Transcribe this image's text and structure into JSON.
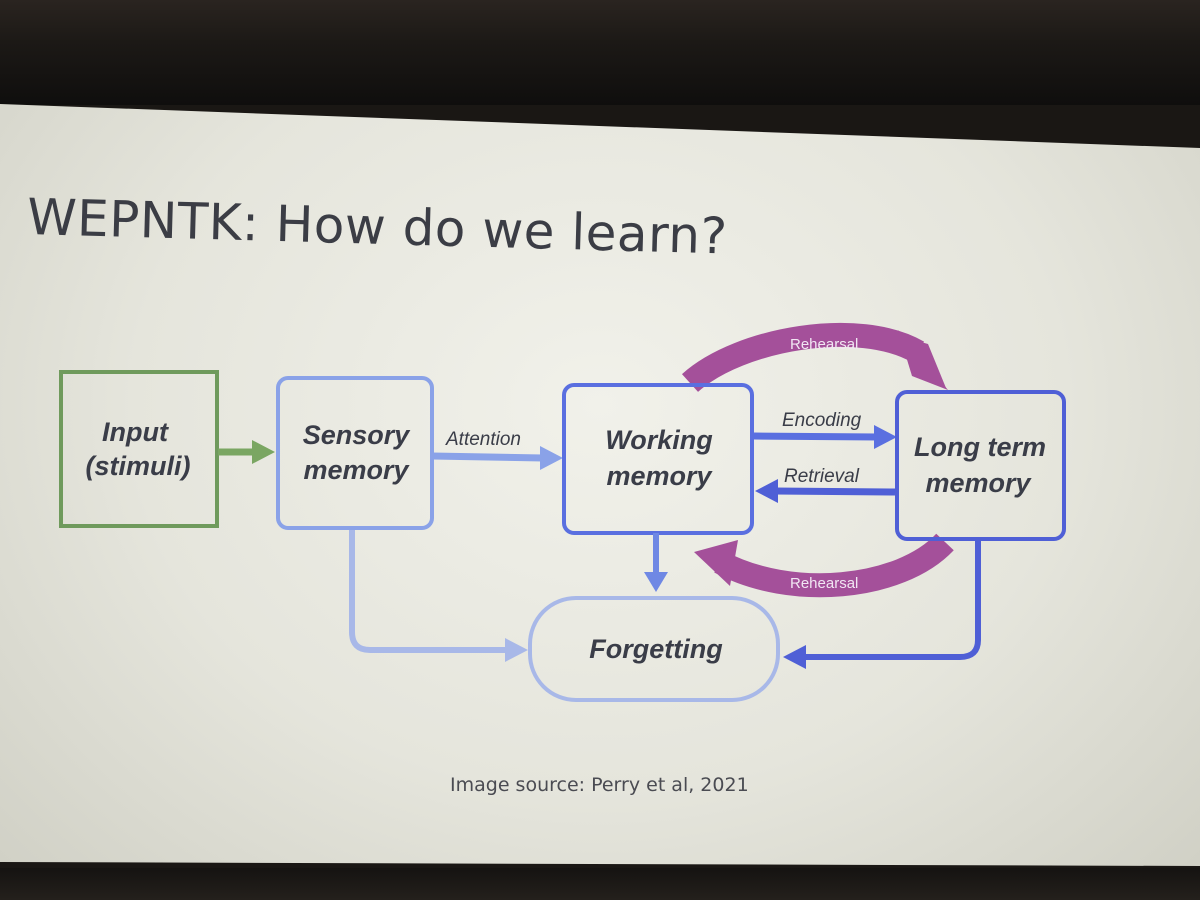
{
  "slide": {
    "title": "WEPNTK: How do we learn?",
    "caption": "Image source: Perry et al, 2021"
  },
  "diagram": {
    "nodes": {
      "input": {
        "line1": "Input",
        "line2": "(stimuli)"
      },
      "sensory": {
        "line1": "Sensory",
        "line2": "memory"
      },
      "working": {
        "line1": "Working",
        "line2": "memory"
      },
      "longterm": {
        "line1": "Long term",
        "line2": "memory"
      },
      "forgetting": {
        "label": "Forgetting"
      }
    },
    "edges": {
      "attention": "Attention",
      "encoding": "Encoding",
      "retrieval": "Retrieval",
      "rehearsal_top": "Rehearsal",
      "rehearsal_bottom": "Rehearsal"
    },
    "colors": {
      "input": "#6f9a5c",
      "sensory": "#8aa2e8",
      "working": "#5a6fe0",
      "longterm": "#4f5fd6",
      "forgetting": "#a8b8e8",
      "rehearsal": "#a4509a"
    }
  }
}
